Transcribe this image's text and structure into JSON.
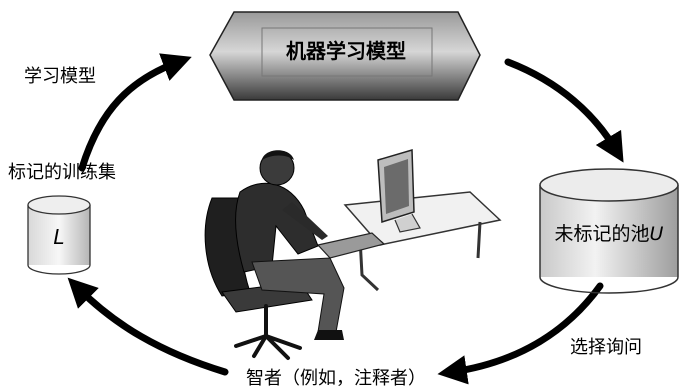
{
  "model_box": {
    "label": "机器学习模型"
  },
  "labeled_set": {
    "caption": "标记的训练集",
    "symbol": "L"
  },
  "unlabeled_pool": {
    "label_prefix": "未标记的池",
    "label_symbol": "U"
  },
  "arrows": {
    "learn_model": "学习模型",
    "select_query": "选择询问",
    "oracle": "智者（例如，注释者）"
  },
  "colors": {
    "ink": "#000000",
    "background": "#ffffff",
    "shading": "#5a5a5a"
  },
  "icons": {
    "oracle_figure": "person-at-computer-icon",
    "labeled_set": "cylinder-icon",
    "unlabeled_pool": "cylinder-icon"
  }
}
